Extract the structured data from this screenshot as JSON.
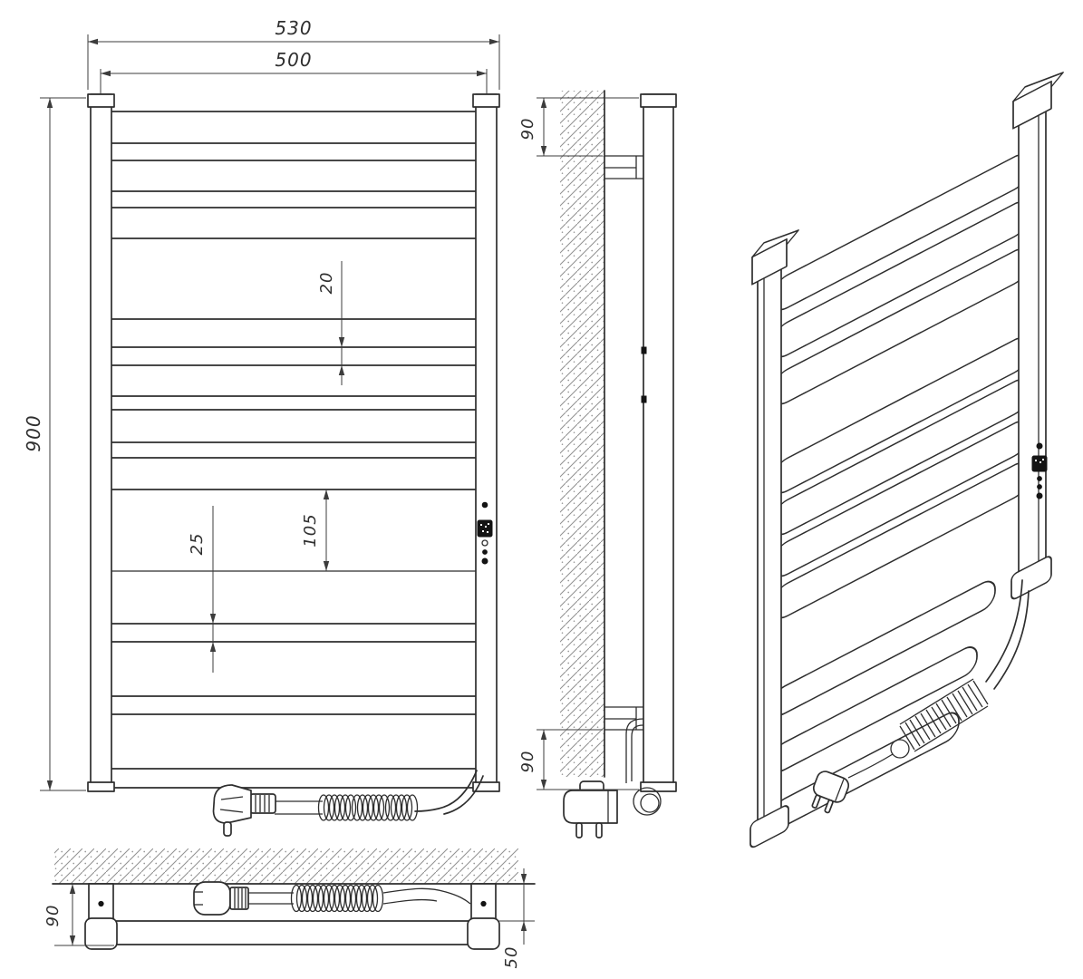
{
  "colors": {
    "line": "#2e2e2e",
    "dimension": "#3c3c3c",
    "hatch": "#8f8f8f",
    "display": "#141414",
    "background": "#ffffff"
  },
  "front_view": {
    "dim_overall_width": "530",
    "dim_mount_width": "500",
    "dim_height": "900",
    "dim_tube_gap": "20",
    "dim_group_gap": "105",
    "dim_lower_tube": "25"
  },
  "side_view": {
    "dim_top_offset": "90",
    "dim_bottom_offset": "90"
  },
  "bottom_view": {
    "dim_depth": "90",
    "dim_front_offset": "50"
  }
}
